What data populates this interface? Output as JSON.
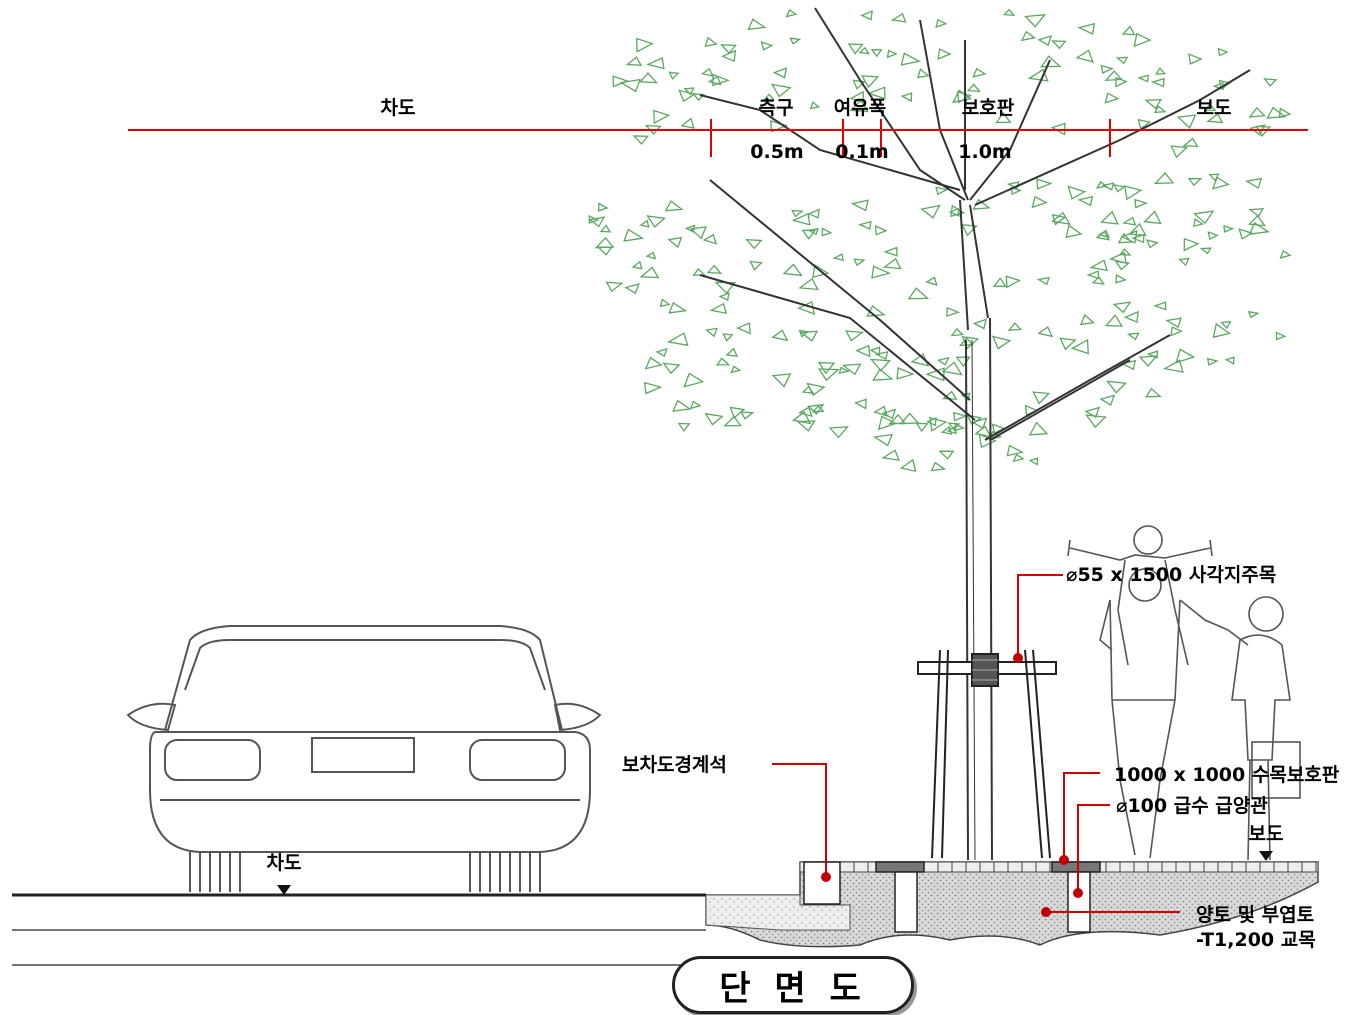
{
  "dimension_bar": {
    "labels": [
      "차도",
      "측구",
      "여유폭",
      "보호판",
      "보도"
    ],
    "widths": [
      "0.5m",
      "0.1m",
      "1.0m"
    ]
  },
  "callouts": {
    "stake": "⌀55 x 1500 사각지주목",
    "curb": "보차도경계석",
    "guard": "1000 x 1000 수목보호판",
    "pipe": "⌀100 급수 급양관",
    "soil_line1": "양토 및 부엽토",
    "soil_line2": "-T1,200 교목"
  },
  "levels": {
    "road": "차도",
    "sidewalk": "보도"
  },
  "title": "단 면 도",
  "colors": {
    "dimension_line": "#e00000",
    "leader_line": "#d00000",
    "leader_dot": "#c00000",
    "foliage": "#5aa860",
    "ink": "#222222"
  }
}
